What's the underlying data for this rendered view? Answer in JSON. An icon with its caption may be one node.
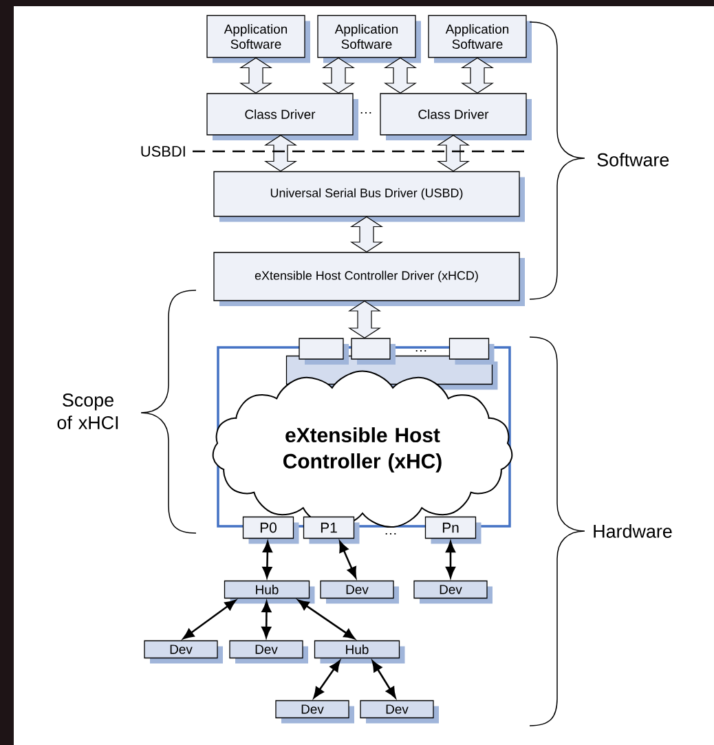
{
  "diagram": {
    "nodes": [
      {
        "text": [
          "Application Software"
        ]
      },
      {
        "text": [
          "Application Software"
        ]
      },
      {
        "text": [
          "Application Software"
        ]
      },
      {
        "text": [
          "Class Driver"
        ]
      },
      {
        "text": [
          "Class Driver"
        ]
      },
      {
        "text": [
          "Universal Serial Bus Driver (USBD)"
        ]
      },
      {
        "text": [
          "eXtensible Host Controller Driver (xHCD)"
        ]
      },
      {
        "text": [],
        "shape": "box"
      },
      {
        "text": [],
        "shape": "box"
      },
      {
        "text": [],
        "shape": "box"
      },
      {
        "text": [],
        "shape": "box"
      },
      {
        "text": [],
        "shape": "bar",
        "in": 7
      },
      {
        "text": [
          "eXtensible Host Controller (xHC)"
        ],
        "in": 7
      },
      {
        "text": [
          "P0"
        ]
      },
      {
        "text": [
          "P1"
        ]
      },
      {
        "text": [
          "Pn"
        ]
      },
      {
        "text": [
          "Hub"
        ]
      },
      {
        "text": [
          "Dev"
        ]
      },
      {
        "text": [
          "Dev"
        ]
      },
      {
        "text": [
          "Dev"
        ]
      },
      {
        "text": [
          "Dev"
        ]
      },
      {
        "text": [
          "Hub"
        ]
      },
      {
        "text": [
          "Dev"
        ]
      },
      {
        "text": [
          "Dev"
        ]
      }
    ],
    "edges": [
      {
        "from": 0,
        "to": 3,
        "arrow": "both",
        "style": "thick"
      },
      {
        "from": 1,
        "to": 3,
        "arrow": "both",
        "style": "thick"
      },
      {
        "from": 1,
        "to": 4,
        "arrow": "both",
        "style": "thick"
      },
      {
        "from": 2,
        "to": 4,
        "arrow": "both",
        "style": "thick"
      },
      {
        "from": 3,
        "to": 5,
        "arrow": "both",
        "style": "thick"
      },
      {
        "from": 4,
        "to": 5,
        "arrow": "both",
        "style": "thick"
      },
      {
        "from": 5,
        "to": 6,
        "arrow": "both",
        "style": "thick"
      },
      {
        "from": 6,
        "to": 9,
        "arrow": "both",
        "style": "thick"
      },
      {
        "from": 13,
        "to": 16,
        "arrow": "both"
      },
      {
        "from": 14,
        "to": 17,
        "arrow": "both"
      },
      {
        "from": 15,
        "to": 18,
        "arrow": "both"
      },
      {
        "from": 16,
        "to": 19,
        "arrow": "both"
      },
      {
        "from": 16,
        "to": 20,
        "arrow": "both"
      },
      {
        "from": 16,
        "to": 21,
        "arrow": "both"
      },
      {
        "from": 21,
        "to": 22,
        "arrow": "both"
      },
      {
        "from": 21,
        "to": 23,
        "arrow": "both"
      }
    ],
    "labels": [
      "…",
      "USBDI",
      "Software",
      "…",
      "Scope of xHCI",
      "Hardware",
      "…"
    ]
  }
}
